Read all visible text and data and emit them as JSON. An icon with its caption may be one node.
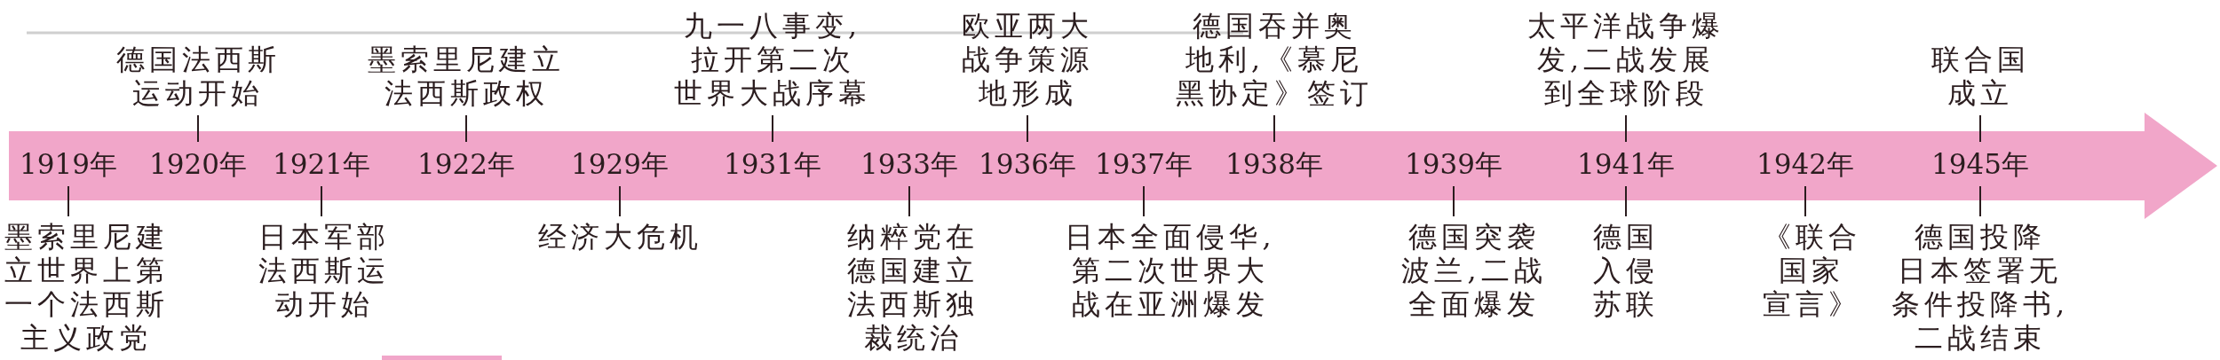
{
  "diagram": {
    "nodes": [
      {
        "text": [],
        "shape": "arrow"
      },
      {
        "text": [
          "1919年"
        ],
        "in": 0
      },
      {
        "text": [
          "墨索里尼建立世界上第一个法西斯主义政党"
        ]
      },
      {
        "text": [
          "德国法西斯运动开始"
        ]
      },
      {
        "text": [
          "1920年"
        ],
        "in": 0
      },
      {
        "text": [
          "1921年"
        ],
        "in": 0
      },
      {
        "text": [
          "日本军部法西斯运动开始"
        ]
      },
      {
        "text": [
          "墨索里尼建立法西斯政权"
        ]
      },
      {
        "text": [
          "1922年"
        ],
        "in": 0
      },
      {
        "text": [
          "1929年"
        ],
        "in": 0
      },
      {
        "text": [
          "经济大危机"
        ]
      },
      {
        "text": [
          "九一八事变,拉开第二次世界大战序幕"
        ]
      },
      {
        "text": [
          "1931年"
        ],
        "in": 0
      },
      {
        "text": [
          "1933年"
        ],
        "in": 0
      },
      {
        "text": [
          "纳粹党在德国建立法西斯独裁统治"
        ]
      },
      {
        "text": [
          "欧亚两大战争策源地形成"
        ]
      },
      {
        "text": [
          "1936年"
        ],
        "in": 0
      },
      {
        "text": [
          "1937年"
        ],
        "in": 0
      },
      {
        "text": [
          "日本全面侵华,第二次世界大战在亚洲爆发"
        ]
      },
      {
        "text": [
          "德国吞并奥地利,《慕尼黑协定》签订"
        ]
      },
      {
        "text": [
          "1938年"
        ],
        "in": 0
      },
      {
        "text": [
          "1939年"
        ],
        "in": 0
      },
      {
        "text": [
          "德国突袭波兰,二战全面爆发"
        ]
      },
      {
        "text": [
          "太平洋战争爆发,二战发展到全球阶段"
        ]
      },
      {
        "text": [
          "1941年"
        ],
        "in": 0
      },
      {
        "text": [
          "德国入侵苏联"
        ]
      },
      {
        "text": [
          "1942年"
        ],
        "in": 0
      },
      {
        "text": [
          "《联合国家宣言》"
        ]
      },
      {
        "text": [
          "联合国成立"
        ]
      },
      {
        "text": [
          "1945年"
        ],
        "in": 0
      },
      {
        "text": [
          "德国投降日本签署无条件投降书,二战结束"
        ]
      }
    ],
    "edges": [
      {
        "from": 2,
        "to": 1,
        "arrow": "none"
      },
      {
        "from": 3,
        "to": 4,
        "arrow": "none"
      },
      {
        "from": 6,
        "to": 5,
        "arrow": "none"
      },
      {
        "from": 7,
        "to": 8,
        "arrow": "none"
      },
      {
        "from": 10,
        "to": 9,
        "arrow": "none"
      },
      {
        "from": 11,
        "to": 12,
        "arrow": "none"
      },
      {
        "from": 14,
        "to": 13,
        "arrow": "none"
      },
      {
        "from": 15,
        "to": 16,
        "arrow": "none"
      },
      {
        "from": 18,
        "to": 17,
        "arrow": "none"
      },
      {
        "from": 19,
        "to": 20,
        "arrow": "none"
      },
      {
        "from": 22,
        "to": 21,
        "arrow": "none"
      },
      {
        "from": 23,
        "to": 24,
        "arrow": "none"
      },
      {
        "from": 25,
        "to": 24,
        "arrow": "none"
      },
      {
        "from": 27,
        "to": 26,
        "arrow": "none"
      },
      {
        "from": 28,
        "to": 29,
        "arrow": "none"
      },
      {
        "from": 30,
        "to": 29,
        "arrow": "none"
      }
    ]
  }
}
